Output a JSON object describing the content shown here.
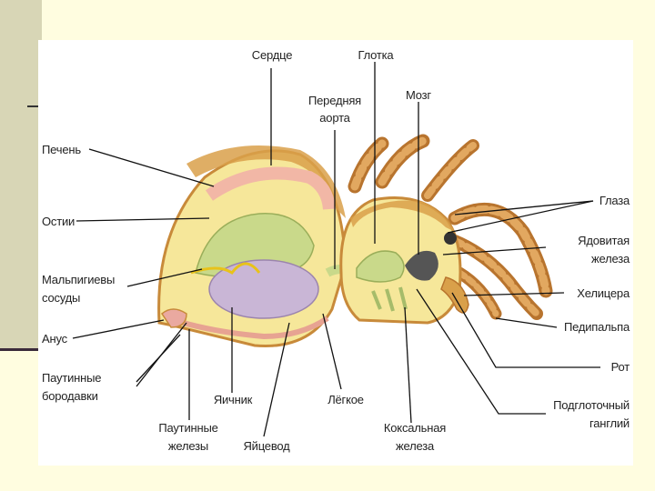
{
  "labels": {
    "heart": "Сердце",
    "pharynx": "Глотка",
    "anterior_aorta_1": "Передняя",
    "anterior_aorta_2": "аорта",
    "brain": "Мозг",
    "liver": "Печень",
    "ostia": "Остии",
    "malpighian_1": "Мальпигиевы",
    "malpighian_2": "сосуды",
    "anus": "Анус",
    "spinnerets_1": "Паутинные",
    "spinnerets_2": "бородавки",
    "ovary": "Яичник",
    "lung": "Лёгкое",
    "silk_glands_1": "Паутинные",
    "silk_glands_2": "железы",
    "oviduct": "Яйцевод",
    "coxal_gland_1": "Коксальная",
    "coxal_gland_2": "железа",
    "eyes": "Глаза",
    "venom_gland_1": "Ядовитая",
    "venom_gland_2": "железа",
    "chelicera": "Хелицера",
    "pedipalp": "Педипальпа",
    "mouth": "Рот",
    "subpharyngeal_1": "Подглоточный",
    "subpharyngeal_2": "ганглий"
  },
  "colors": {
    "slide_background": "#fffde0",
    "side_bar": "#d8d6b6",
    "body_outline": "#c88a3a",
    "body_fill": "#f6e79a",
    "gut": "#c9d98a",
    "ovary": "#c9b6d6",
    "heart": "#f2b7a6",
    "brain": "#555555"
  }
}
